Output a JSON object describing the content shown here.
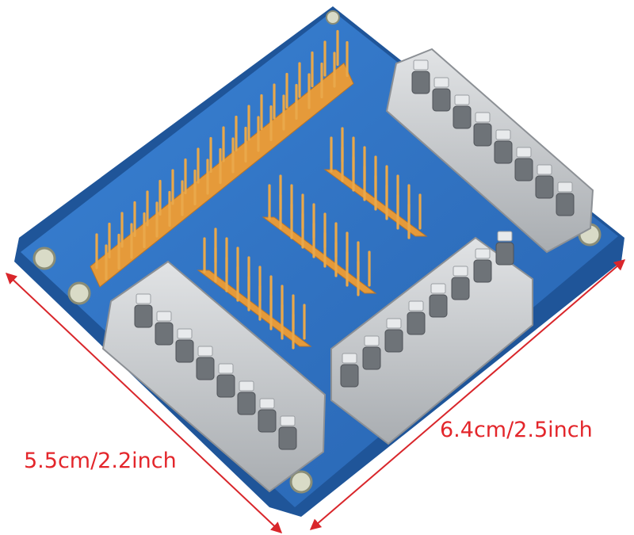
{
  "dimensions": {
    "width_text": "5.5cm/2.2inch",
    "length_text": "6.4cm/2.5inch"
  },
  "board": {
    "pin_count_main_header": 40,
    "screw_terminals": 3,
    "gpio_pin_rows": 4
  },
  "colors": {
    "pcb": "#2c6fc2",
    "pcb_edge": "#1d4f93",
    "pin": "#e9a84a",
    "terminal": "#c9cccf",
    "dimension_line": "#d9262b",
    "label_text": "#e3262b"
  }
}
